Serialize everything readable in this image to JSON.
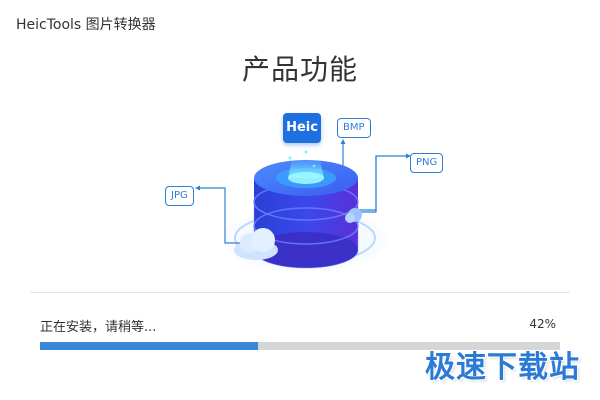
{
  "window": {
    "title": "HeicTools 图片转换器"
  },
  "hero": {
    "title": "产品功能"
  },
  "illustration": {
    "source_label": "Heic",
    "formats": [
      "BMP",
      "PNG",
      "JPG"
    ]
  },
  "install": {
    "status": "正在安装，请稍等...",
    "percent_label": "42%",
    "progress": 0.42
  },
  "watermark": {
    "text": "极速下载站"
  },
  "colors": {
    "accent": "#2f7fd8",
    "progress_fill": "#3a86d8",
    "progress_track": "#d6d6d6",
    "heic_badge": "#1f6fe0"
  }
}
